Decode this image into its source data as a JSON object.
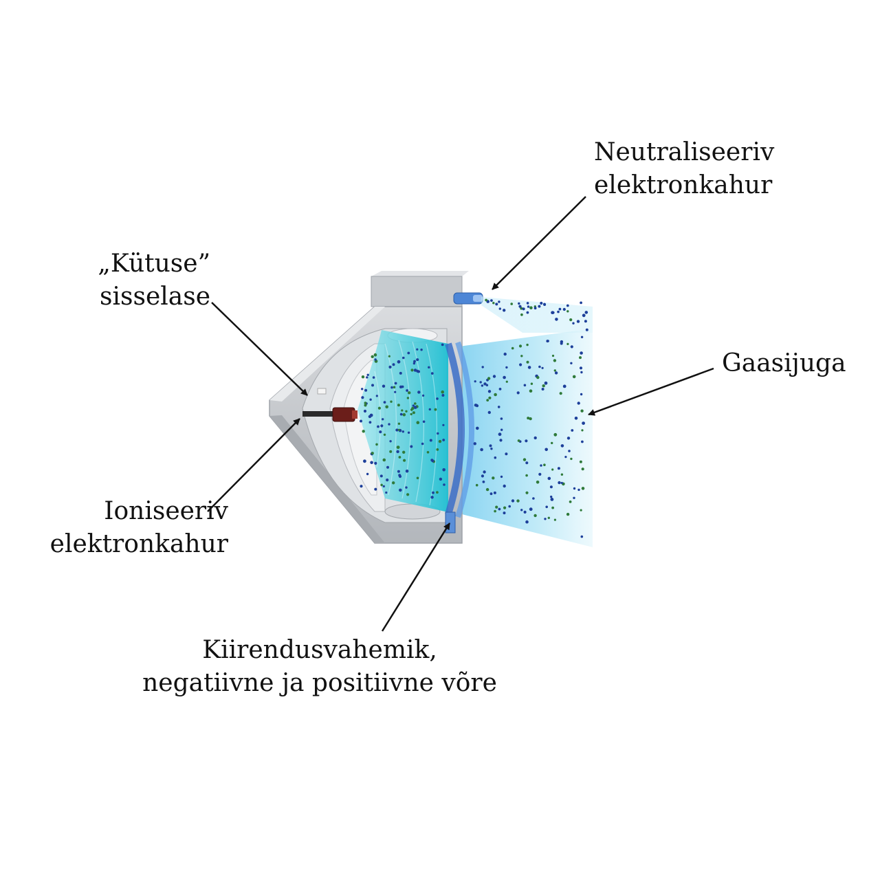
{
  "labels": {
    "neutralizer": {
      "line1": "Neutraliseeriv",
      "line2": "elektronkahur"
    },
    "fuel_inlet": {
      "line1": "„Kütuse”",
      "line2": "sisselase"
    },
    "gas_jet": {
      "text": "Gaasijuga"
    },
    "ionizer": {
      "line1": "Ioniseeriv",
      "line2": "elektronkahur"
    },
    "accel": {
      "line1": "Kiirendusvahemik,",
      "line2": "negatiivne ja positiivne võre"
    }
  },
  "colors": {
    "housing": "#c9cbcf",
    "housing_dark": "#9ea2a8",
    "plasma": "#27c6d6",
    "jet": "#a9e3f5",
    "grid": "#4a8fe0",
    "particle_blue": "#1d3f9a",
    "particle_green": "#2f7a3a",
    "arrow": "#111111"
  }
}
